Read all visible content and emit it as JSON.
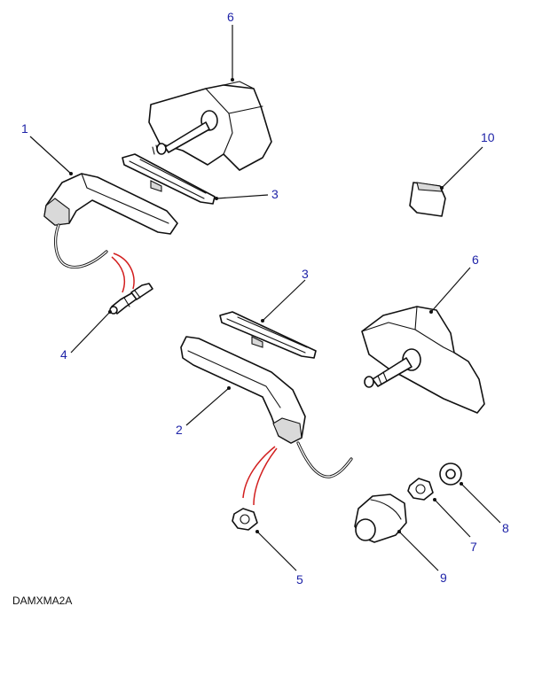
{
  "diagram": {
    "code": "DAMXMA2A",
    "callouts": {
      "c1": "1",
      "c2": "2",
      "c3a": "3",
      "c3b": "3",
      "c4": "4",
      "c5": "5",
      "c6a": "6",
      "c6b": "6",
      "c7": "7",
      "c8": "8",
      "c9": "9",
      "c10": "10"
    },
    "colors": {
      "callout_text": "#1f24a8",
      "connection_line": "#d21e1e"
    }
  }
}
